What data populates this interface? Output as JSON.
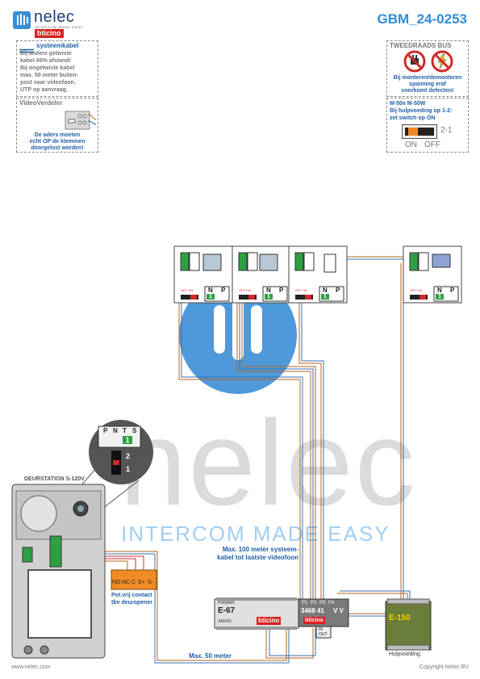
{
  "header": {
    "brand_name": "nelec",
    "brand_tagline": "INTERCOM MADE EASY",
    "partner_brand": "bticino",
    "doc_code": "GBM_24-0253"
  },
  "note_systeemkabel": {
    "title": "systeemkabel",
    "lines": [
      "Bij andere getwiste",
      "kabel 66% afstand!",
      "Bij ongetwiste kabel",
      "max. 50 meter buiten-",
      "post naar videofoon.",
      "UTP op aanvraag."
    ]
  },
  "note_videoverdeler": {
    "title": "VideoVerdeler",
    "lines": [
      "De aders moeten",
      "echt OP de klemmen",
      "doorgelust worden!"
    ]
  },
  "note_tweedraads": {
    "title": "TWEEDRAADS BUS",
    "lines": [
      "Bij monteren/demonteren",
      "spanning eraf",
      "voorkomt defecten!"
    ]
  },
  "note_switch": {
    "lines": [
      "M-50e  M-50W",
      "Bij hulpvoeding op 1-2:",
      "zet switch op ON"
    ],
    "switch_side_label": "2-1",
    "on_label": "ON",
    "off_label": "OFF"
  },
  "monitor_labels": {
    "n": "N",
    "p": "P",
    "address": "1",
    "offon": "OFF ON"
  },
  "zoom_box": {
    "terminals": [
      "P",
      "N",
      "T",
      "S"
    ],
    "address": "1",
    "positions": [
      "2",
      "1"
    ]
  },
  "deurstation": {
    "title": "DEURSTATION S-120V",
    "relay_terminals": [
      "NO",
      "NC",
      "C",
      "S+",
      "S-"
    ],
    "relay_caption": [
      "Pot.vrij contact",
      "tbv deuropener"
    ]
  },
  "e67": {
    "primair_label": "PRIMAIR",
    "model": "E-67",
    "code": "346050",
    "brand": "bticino"
  },
  "distributor": {
    "terminal_labels": [
      "P1",
      "P2",
      "P3",
      "P4"
    ],
    "model": "3468 41",
    "vv_label": "V V",
    "brand": "bticino",
    "in_out": "IN\nOUT"
  },
  "e150": {
    "model": "E-150",
    "caption": "Hulpvoeding"
  },
  "cable_notes": {
    "max100": [
      "Max. 100 meter systeem-",
      "kabel tot laatste videofoon"
    ],
    "max50": "Max. 50 meter"
  },
  "footer": {
    "left": "www.nelec.com",
    "right": "Copyright Nelec BV"
  },
  "colors": {
    "brand_blue": "#1f5fa8",
    "cable_brown": "#b5651d",
    "cable_blue": "#3a6fb0",
    "cable_red": "#d02a2a",
    "terminal_green": "#2ea043",
    "relay_orange": "#f08a24",
    "e150_green": "#6a7d3a"
  }
}
